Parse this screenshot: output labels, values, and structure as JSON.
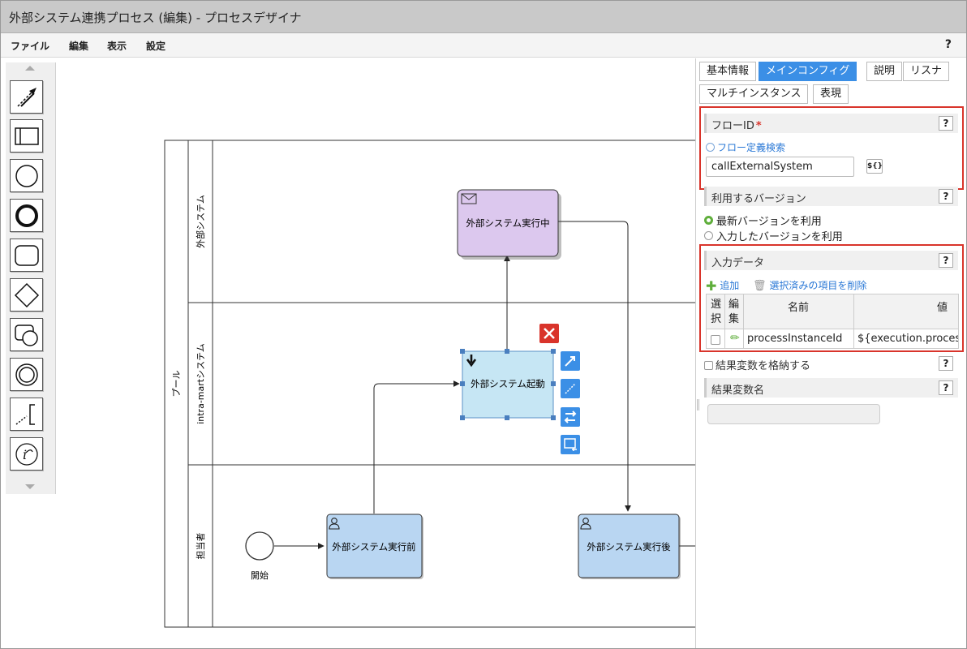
{
  "window": {
    "title": "外部システム連携プロセス (編集) - プロセスデザイナ"
  },
  "menu": {
    "file": "ファイル",
    "edit": "編集",
    "view": "表示",
    "settings": "設定",
    "help": "?"
  },
  "palette": {
    "tools": [
      "connection-tool-icon",
      "lane-tool-icon",
      "start-event-tool-icon",
      "end-event-tool-icon",
      "task-tool-icon",
      "gateway-tool-icon",
      "subprocess-tool-icon",
      "intermediate-event-tool-icon",
      "annotation-tool-icon",
      "info-tool-icon"
    ]
  },
  "diagram": {
    "pool_label": "プール",
    "lanes": [
      "外部システム",
      "intra-martシステム",
      "担当者"
    ],
    "nodes": {
      "ext_running": "外部システム実行中",
      "ext_start": "外部システム起動",
      "before": "外部システム実行前",
      "after": "外部システム実行後",
      "start_label": "開始"
    }
  },
  "panel": {
    "tabs": [
      "基本情報",
      "メインコンフィグ",
      "説明",
      "リスナ",
      "マルチインスタンス",
      "表現"
    ],
    "active_tab": "メインコンフィグ",
    "flow_id": {
      "label": "フローID",
      "required_mark": "*",
      "search_link": "フロー定義検索",
      "value": "callExternalSystem",
      "expr_button": "${}"
    },
    "version": {
      "label": "利用するバージョン",
      "options": [
        "最新バージョンを利用",
        "入力したバージョンを利用"
      ],
      "selected": "最新バージョンを利用"
    },
    "input_data": {
      "label": "入力データ",
      "add": "追加",
      "delete_selected": "選択済みの項目を削除",
      "headers": {
        "select": "選\n択",
        "edit": "編\n集",
        "name": "名前",
        "value": "値"
      },
      "rows": [
        {
          "name": "processInstanceId",
          "value": "${execution.proces"
        }
      ]
    },
    "result_store": {
      "label": "結果変数を格納する"
    },
    "result_name": {
      "label": "結果変数名",
      "value": ""
    },
    "help": "?"
  },
  "colors": {
    "accent": "#3b8fe6",
    "highlight_red": "#d9342b",
    "task_blue": "#b9d6f2",
    "event_purple": "#dcc8ee"
  }
}
